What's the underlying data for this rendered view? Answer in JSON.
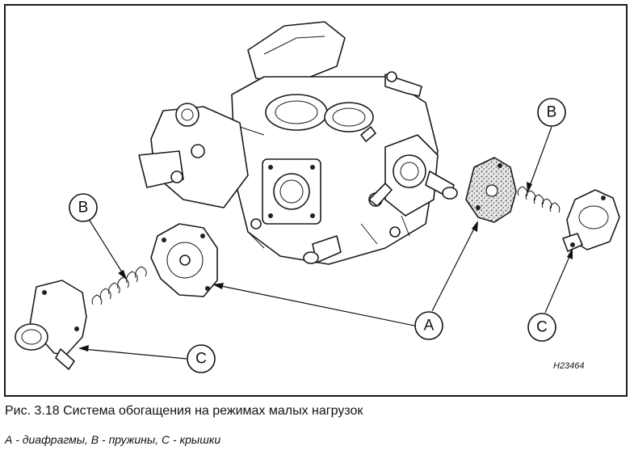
{
  "figure": {
    "reference_code": "H23464",
    "callouts": {
      "a": "A",
      "b_left": "B",
      "b_right": "B",
      "c_left": "C",
      "c_right": "C"
    }
  },
  "caption": {
    "title": "Рис. 3.18 Система обогащения на режимах малых нагрузок",
    "legend": "А - диафрагмы, В - пружины, С - крышки"
  }
}
